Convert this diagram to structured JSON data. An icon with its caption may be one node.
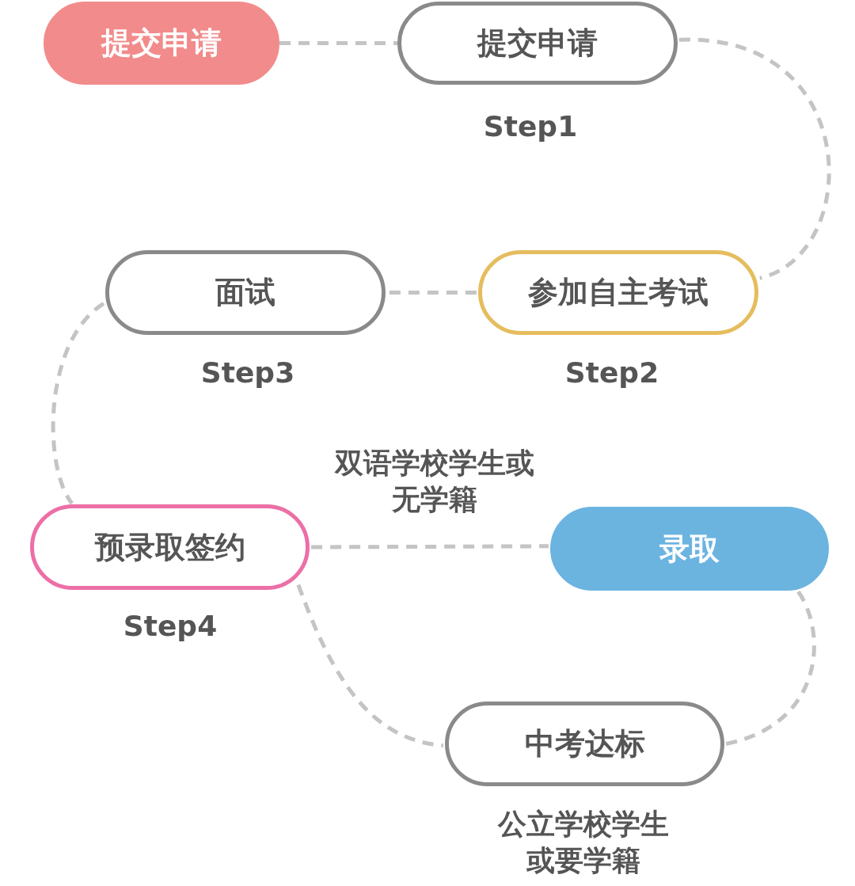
{
  "diagram": {
    "nodes": [
      {
        "text": [
          "提交申请"
        ]
      },
      {
        "text": [
          "提交申请"
        ],
        "beside": [
          "Step1"
        ]
      },
      {
        "text": [
          "面试"
        ],
        "beside": [
          "Step3"
        ]
      },
      {
        "text": [
          "参加自主考试"
        ],
        "beside": [
          "Step2"
        ]
      },
      {
        "text": [
          "预录取签约"
        ],
        "beside": [
          "Step4"
        ]
      },
      {
        "text": [
          "录取"
        ]
      },
      {
        "text": [
          "中考达标"
        ],
        "beside": [
          "公立学校学生或要学籍"
        ]
      }
    ],
    "edges": [
      {
        "from": 0,
        "to": 1,
        "arrow": "none"
      },
      {
        "from": 1,
        "to": 3,
        "arrow": "none"
      },
      {
        "from": 3,
        "to": 2,
        "arrow": "none"
      },
      {
        "from": 2,
        "to": 4,
        "arrow": "none"
      },
      {
        "from": 4,
        "to": 5,
        "arrow": "none",
        "label": "双语学校学生或无学籍"
      },
      {
        "from": 4,
        "to": 6,
        "arrow": "none"
      },
      {
        "from": 6,
        "to": 5,
        "arrow": "none"
      }
    ]
  }
}
